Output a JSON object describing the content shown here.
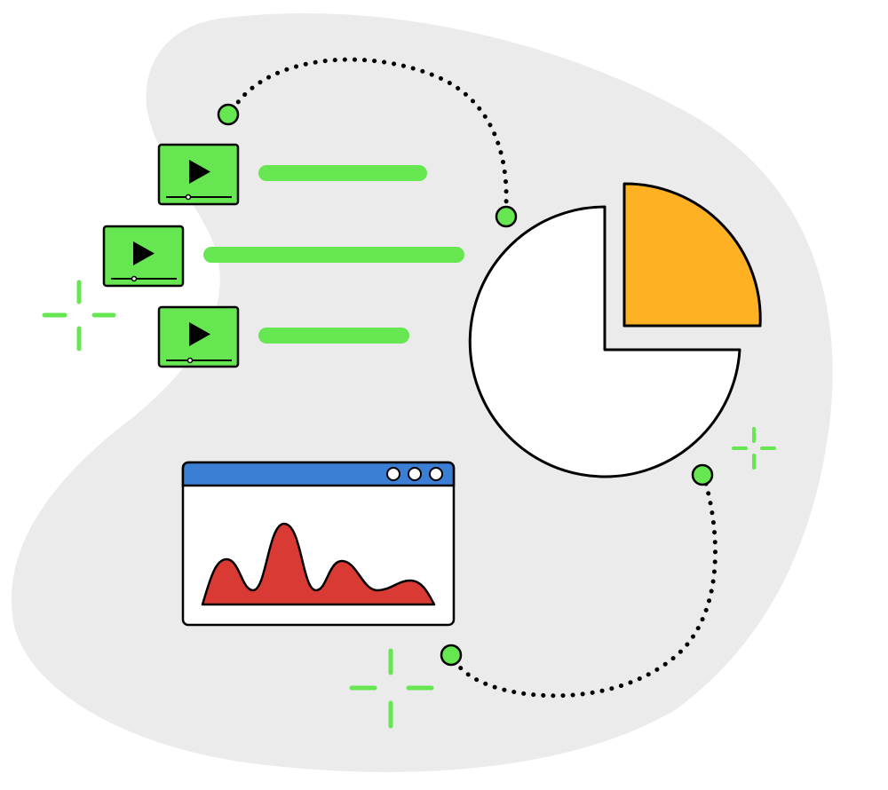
{
  "illustration": {
    "theme": "video analytics",
    "colors": {
      "background_blob": "#ebebeb",
      "accent_green": "#66e650",
      "pie_highlight": "#fdb123",
      "pie_main": "#ffffff",
      "outline": "#000000",
      "window_titlebar": "#3a7fd4",
      "area_chart_fill": "#d93a33"
    },
    "video_items": [
      {
        "icon": "play-icon",
        "progress": 0.34
      },
      {
        "icon": "play-icon",
        "progress": 0.38
      },
      {
        "icon": "play-icon",
        "progress": 0.42
      }
    ],
    "pie": {
      "segments": [
        {
          "name": "highlight",
          "fraction": 0.25,
          "color": "#fdb123",
          "exploded": true
        },
        {
          "name": "main",
          "fraction": 0.75,
          "color": "#ffffff",
          "exploded": false
        }
      ]
    },
    "browser_window": {
      "window_buttons": [
        "circle",
        "circle",
        "circle"
      ],
      "area_peaks": 4
    },
    "decorations": {
      "sparkle_icons": 3,
      "connector_dots": 4,
      "dotted_connectors": 2
    }
  }
}
